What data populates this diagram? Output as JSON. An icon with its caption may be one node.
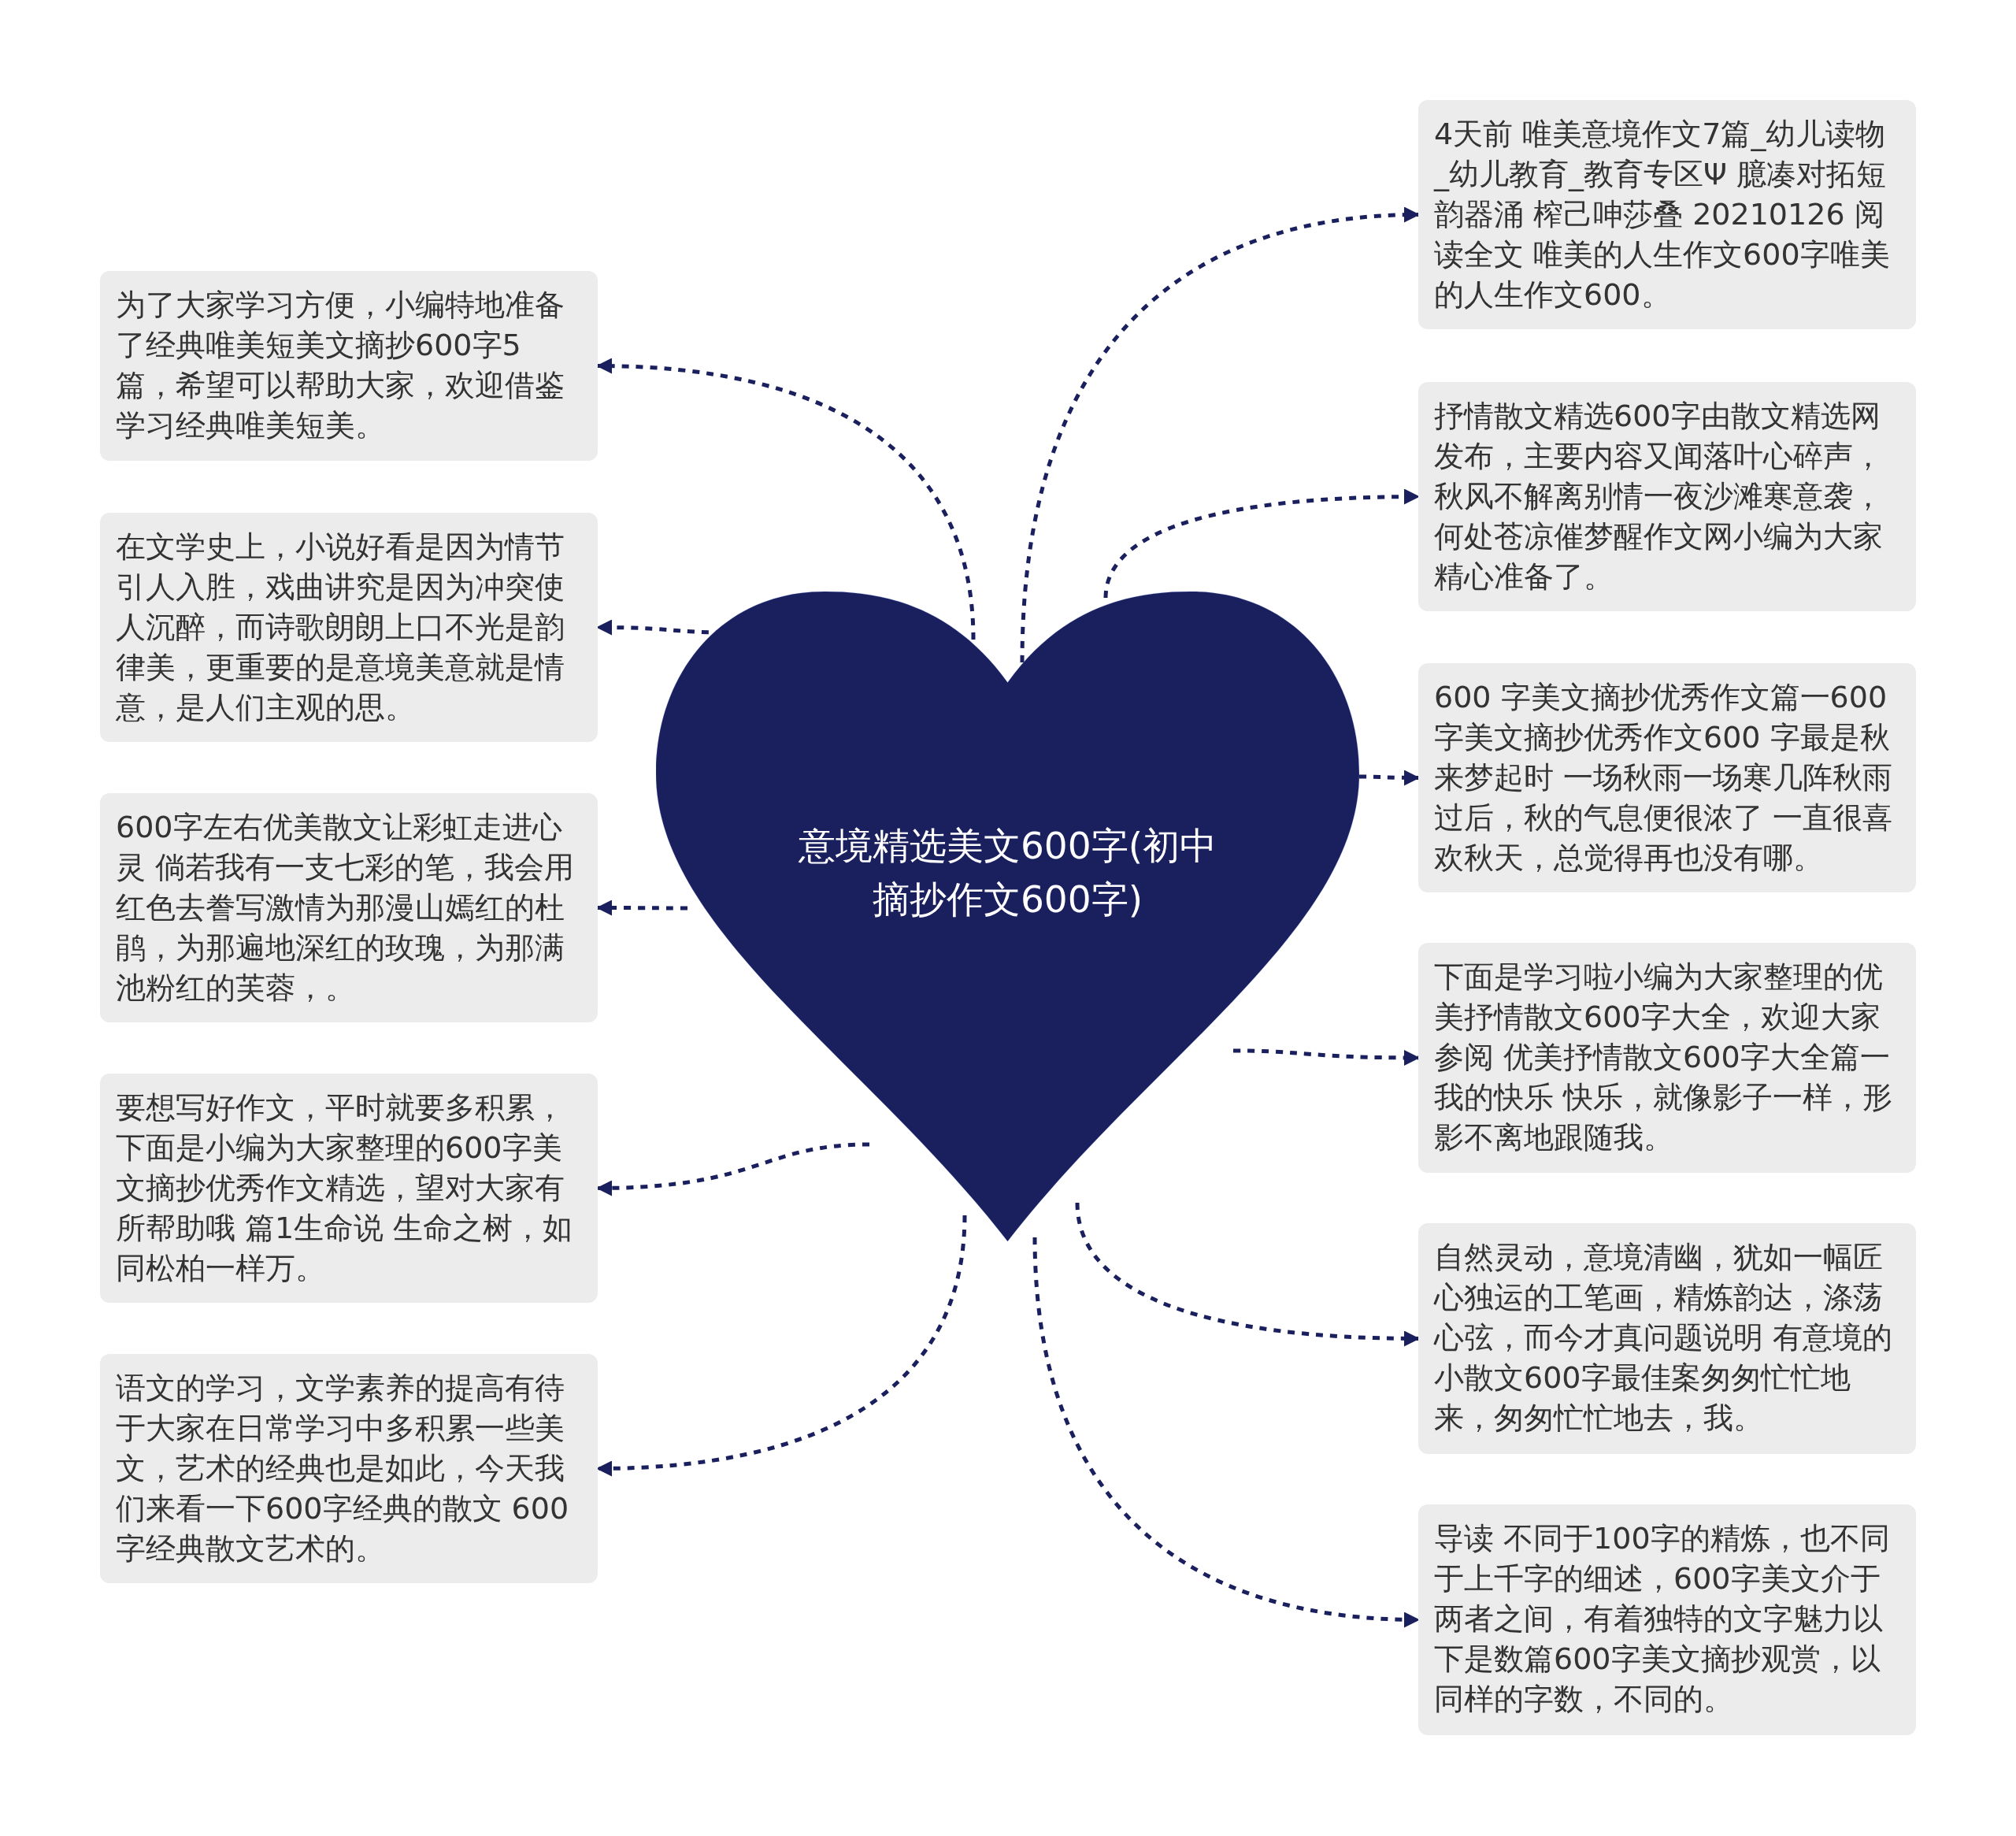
{
  "diagram": {
    "nodes": [
      {
        "text": [
          "意境精选美文600字(初中摘抄作文600字)"
        ]
      },
      {
        "text": [
          "4天前 唯美意境作文7篇_幼儿读物_幼儿教育_教育专区Ψ 臆凑对拓短韵器涌 榨己呻莎叠 20210126 阅读全文  唯美的人生作文600字唯美的人生作文600。"
        ]
      },
      {
        "text": [
          "抒情散文精选600字由散文精选网发布，主要内容又闻落叶心碎声，秋风不解离别情一夜沙滩寒意袭，何处苍凉催梦醒作文网小编为大家精心准备了。"
        ]
      },
      {
        "text": [
          "600 字美文摘抄优秀作文篇一600 字美文摘抄优秀作文600 字最是秋来梦起时 一场秋雨一场寒几阵秋雨过后，秋的气息便很浓了 一直很喜欢秋天，总觉得再也没有哪。"
        ]
      },
      {
        "text": [
          "下面是学习啦小编为大家整理的优美抒情散文600字大全，欢迎大家参阅 优美抒情散文600字大全篇一我的快乐 快乐，就像影子一样，形影不离地跟随我。"
        ]
      },
      {
        "text": [
          "自然灵动，意境清幽，犹如一幅匠心独运的工笔画，精炼韵达，涤荡心弦，而今才真问题说明 有意境的小散文600字最佳案匆匆忙忙地来，匆匆忙忙地去，我。"
        ]
      },
      {
        "text": [
          "导读 不同于100字的精炼，也不同于上千字的细述，600字美文介于两者之间，有着独特的文字魅力以下是数篇600字美文摘抄观赏，以同样的字数，不同的。"
        ]
      },
      {
        "text": [
          "为了大家学习方便，小编特地准备了经典唯美短美文摘抄600字5篇，希望可以帮助大家，欢迎借鉴学习经典唯美短美。"
        ]
      },
      {
        "text": [
          "在文学史上，小说好看是因为情节引人入胜，戏曲讲究是因为冲突使人沉醉，而诗歌朗朗上口不光是韵律美，更重要的是意境美意就是情意，是人们主观的思。"
        ]
      },
      {
        "text": [
          "600字左右优美散文让彩虹走进心灵 倘若我有一支七彩的笔，我会用红色去誊写激情为那漫山嫣红的杜鹃，为那遍地深红的玫瑰，为那满池粉红的芙蓉，。"
        ]
      },
      {
        "text": [
          "要想写好作文，平时就要多积累，下面是小编为大家整理的600字美文摘抄优秀作文精选，望对大家有所帮助哦 篇1生命说 生命之树，如同松柏一样万。"
        ]
      },
      {
        "text": [
          "语文的学习，文学素养的提高有待于大家在日常学习中多积累一些美文，艺术的经典也是如此，今天我们来看一下600字经典的散文 600字经典散文艺术的。"
        ]
      }
    ],
    "edges": [
      {
        "from": 0,
        "to": 1,
        "arrow": "to",
        "style": "dashed"
      },
      {
        "from": 0,
        "to": 2,
        "arrow": "to",
        "style": "dashed"
      },
      {
        "from": 0,
        "to": 3,
        "arrow": "to",
        "style": "dashed"
      },
      {
        "from": 0,
        "to": 4,
        "arrow": "to",
        "style": "dashed"
      },
      {
        "from": 0,
        "to": 5,
        "arrow": "to",
        "style": "dashed"
      },
      {
        "from": 0,
        "to": 6,
        "arrow": "to",
        "style": "dashed"
      },
      {
        "from": 0,
        "to": 7,
        "arrow": "to",
        "style": "dashed"
      },
      {
        "from": 0,
        "to": 8,
        "arrow": "to",
        "style": "dashed"
      },
      {
        "from": 0,
        "to": 9,
        "arrow": "to",
        "style": "dashed"
      },
      {
        "from": 0,
        "to": 10,
        "arrow": "to",
        "style": "dashed"
      },
      {
        "from": 0,
        "to": 11,
        "arrow": "to",
        "style": "dashed"
      }
    ]
  }
}
